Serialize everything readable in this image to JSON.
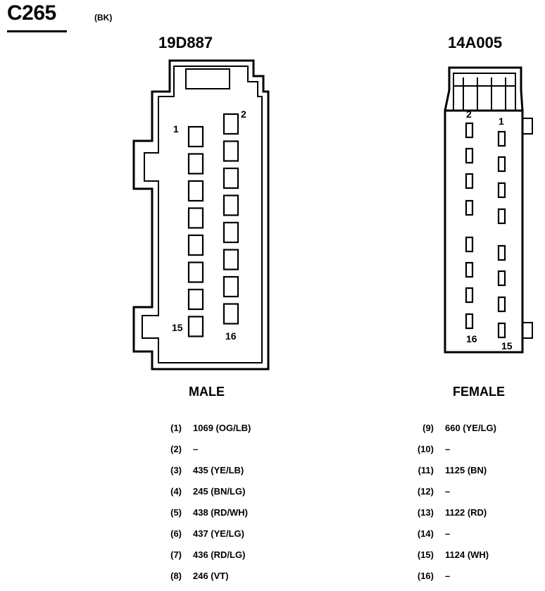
{
  "connector": {
    "id": "C265",
    "color_code": "(BK)"
  },
  "left_connector": {
    "part_number": "19D887",
    "gender": "MALE",
    "pin_labels": [
      "1",
      "2",
      "15",
      "16"
    ]
  },
  "right_connector": {
    "part_number": "14A005",
    "gender": "FEMALE",
    "pin_labels": [
      "2",
      "1",
      "16",
      "15"
    ]
  },
  "pins_left": [
    {
      "num": "(1)",
      "value": "1069 (OG/LB)"
    },
    {
      "num": "(2)",
      "value": "–"
    },
    {
      "num": "(3)",
      "value": "435 (YE/LB)"
    },
    {
      "num": "(4)",
      "value": "245 (BN/LG)"
    },
    {
      "num": "(5)",
      "value": "438 (RD/WH)"
    },
    {
      "num": "(6)",
      "value": "437 (YE/LG)"
    },
    {
      "num": "(7)",
      "value": "436 (RD/LG)"
    },
    {
      "num": "(8)",
      "value": "246 (VT)"
    }
  ],
  "pins_right": [
    {
      "num": "(9)",
      "value": "660 (YE/LG)"
    },
    {
      "num": "(10)",
      "value": "–"
    },
    {
      "num": "(11)",
      "value": "1125 (BN)"
    },
    {
      "num": "(12)",
      "value": "–"
    },
    {
      "num": "(13)",
      "value": "1122 (RD)"
    },
    {
      "num": "(14)",
      "value": "–"
    },
    {
      "num": "(15)",
      "value": "1124 (WH)"
    },
    {
      "num": "(16)",
      "value": "–"
    }
  ]
}
